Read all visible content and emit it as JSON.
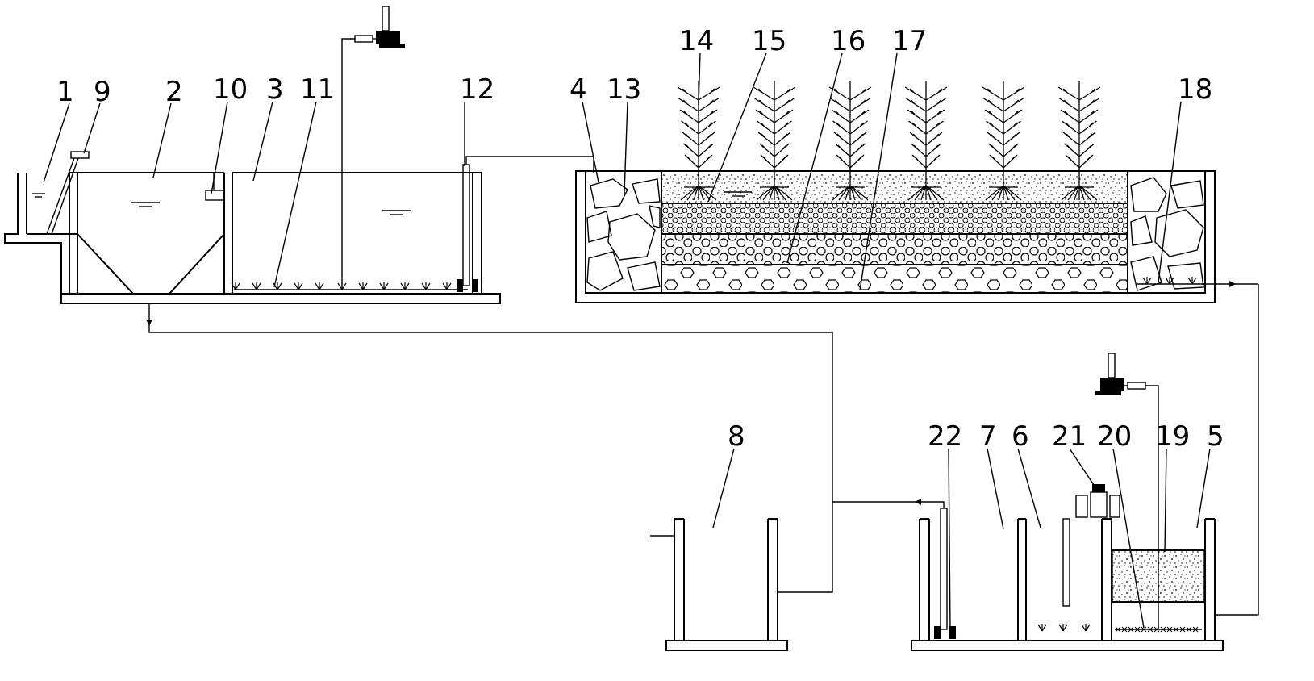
{
  "diagram": {
    "labels": [
      {
        "id": "label-1",
        "text": "1"
      },
      {
        "id": "label-9",
        "text": "9"
      },
      {
        "id": "label-2",
        "text": "2"
      },
      {
        "id": "label-10",
        "text": "10"
      },
      {
        "id": "label-3",
        "text": "3"
      },
      {
        "id": "label-11",
        "text": "11"
      },
      {
        "id": "label-12",
        "text": "12"
      },
      {
        "id": "label-4",
        "text": "4"
      },
      {
        "id": "label-13",
        "text": "13"
      },
      {
        "id": "label-14",
        "text": "14"
      },
      {
        "id": "label-15",
        "text": "15"
      },
      {
        "id": "label-16",
        "text": "16"
      },
      {
        "id": "label-17",
        "text": "17"
      },
      {
        "id": "label-18",
        "text": "18"
      },
      {
        "id": "label-8",
        "text": "8"
      },
      {
        "id": "label-22",
        "text": "22"
      },
      {
        "id": "label-7",
        "text": "7"
      },
      {
        "id": "label-6",
        "text": "6"
      },
      {
        "id": "label-21",
        "text": "21"
      },
      {
        "id": "label-20",
        "text": "20"
      },
      {
        "id": "label-19",
        "text": "19"
      },
      {
        "id": "label-5",
        "text": "5"
      }
    ],
    "colors": {
      "line": "#000000",
      "background": "#ffffff"
    }
  }
}
